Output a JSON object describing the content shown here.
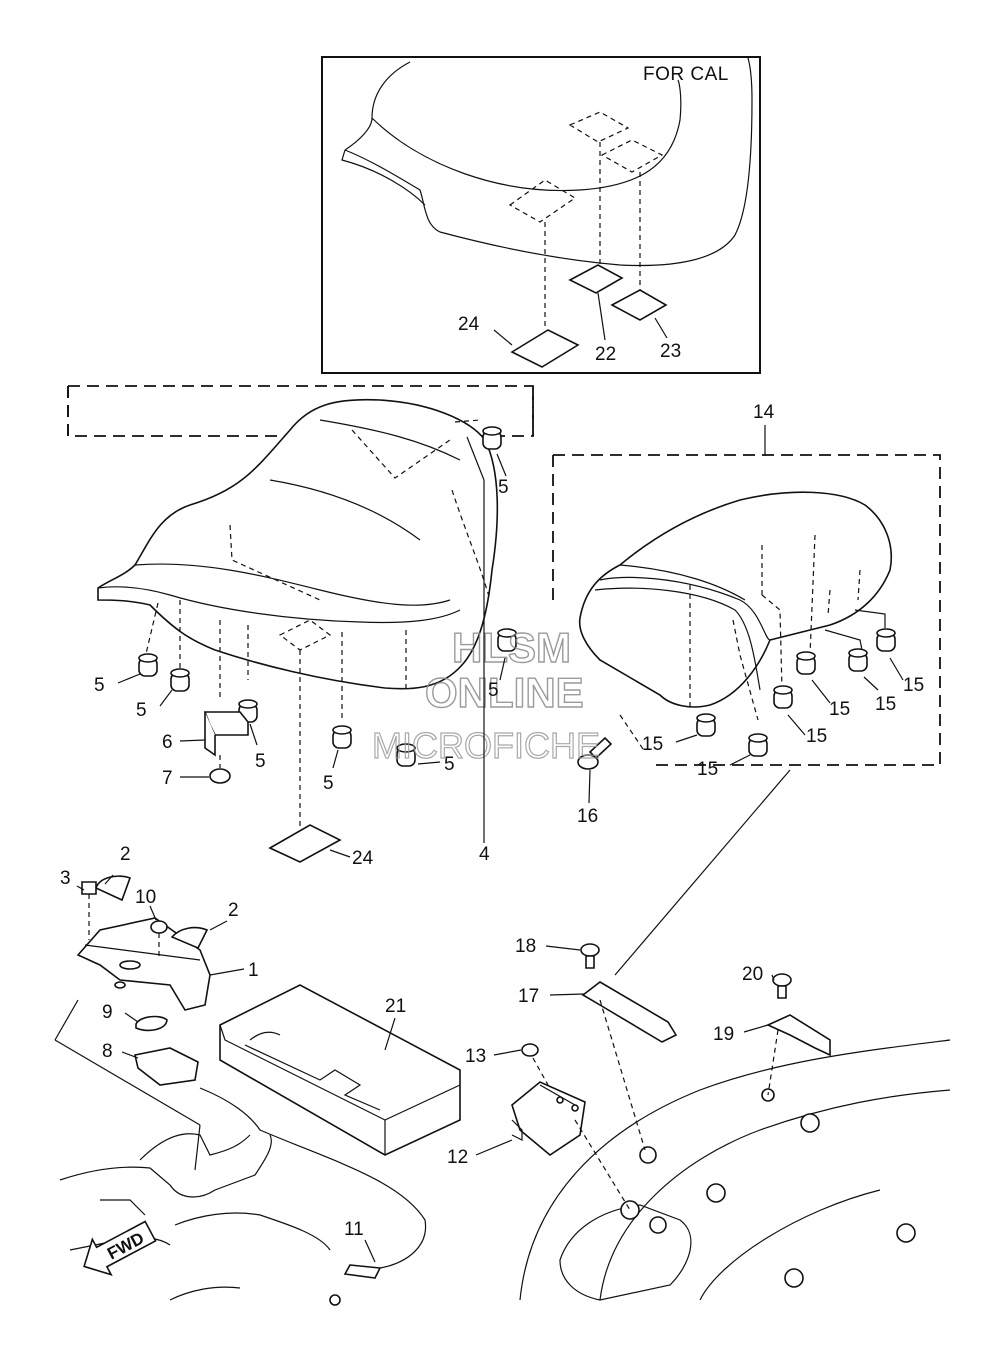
{
  "diagram": {
    "inset_title": "FOR CAL",
    "watermark": [
      "HLSM",
      "ONLINE",
      "MICROFICHE"
    ],
    "fwd_label": "FWD",
    "callouts": [
      {
        "id": "c24a",
        "text": "24"
      },
      {
        "id": "c22",
        "text": "22"
      },
      {
        "id": "c23",
        "text": "23"
      },
      {
        "id": "c14",
        "text": "14"
      },
      {
        "id": "c5a",
        "text": "5"
      },
      {
        "id": "c5b",
        "text": "5"
      },
      {
        "id": "c5c",
        "text": "5"
      },
      {
        "id": "c5d",
        "text": "5"
      },
      {
        "id": "c5e",
        "text": "5"
      },
      {
        "id": "c5f",
        "text": "5"
      },
      {
        "id": "c5g",
        "text": "5"
      },
      {
        "id": "c6",
        "text": "6"
      },
      {
        "id": "c7",
        "text": "7"
      },
      {
        "id": "c4",
        "text": "4"
      },
      {
        "id": "c24b",
        "text": "24"
      },
      {
        "id": "c15a",
        "text": "15"
      },
      {
        "id": "c15b",
        "text": "15"
      },
      {
        "id": "c15c",
        "text": "15"
      },
      {
        "id": "c15d",
        "text": "15"
      },
      {
        "id": "c15e",
        "text": "15"
      },
      {
        "id": "c15f",
        "text": "15"
      },
      {
        "id": "c16",
        "text": "16"
      },
      {
        "id": "c2a",
        "text": "2"
      },
      {
        "id": "c2b",
        "text": "2"
      },
      {
        "id": "c3",
        "text": "3"
      },
      {
        "id": "c10",
        "text": "10"
      },
      {
        "id": "c1",
        "text": "1"
      },
      {
        "id": "c9",
        "text": "9"
      },
      {
        "id": "c8",
        "text": "8"
      },
      {
        "id": "c21",
        "text": "21"
      },
      {
        "id": "c11",
        "text": "11"
      },
      {
        "id": "c18",
        "text": "18"
      },
      {
        "id": "c17",
        "text": "17"
      },
      {
        "id": "c13",
        "text": "13"
      },
      {
        "id": "c12",
        "text": "12"
      },
      {
        "id": "c20",
        "text": "20"
      },
      {
        "id": "c19",
        "text": "19"
      }
    ]
  }
}
